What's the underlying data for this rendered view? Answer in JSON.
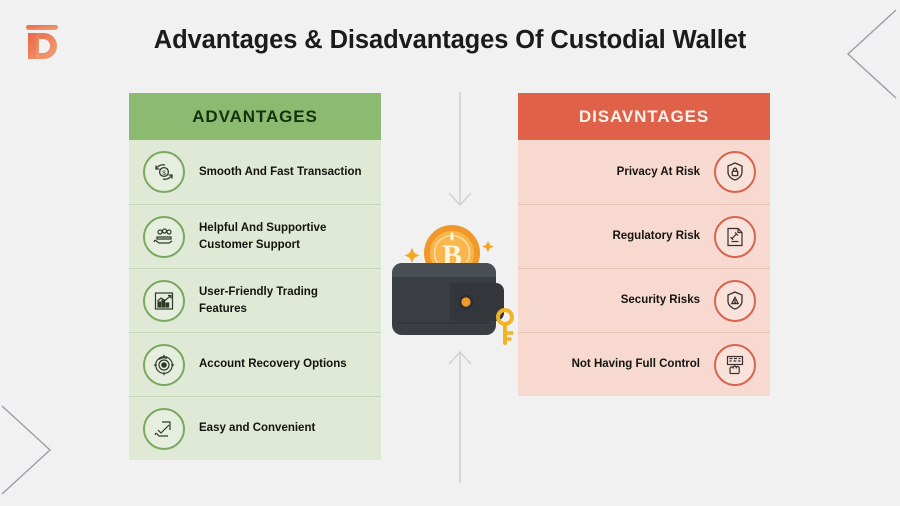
{
  "page": {
    "title": "Advantages & Disadvantages Of Custodial Wallet",
    "background_color": "#f1f1f1",
    "logo_name": "TD"
  },
  "advantages": {
    "heading": "ADVANTAGES",
    "header_color": "#8cba70",
    "body_color": "#dfe9d6",
    "accent_color": "#7aa861",
    "items": [
      {
        "label": "Smooth And Fast Transaction",
        "icon": "money-transfer-icon"
      },
      {
        "label": "Helpful And Supportive Customer Support",
        "icon": "customer-support-icon"
      },
      {
        "label": "User-Friendly Trading Features",
        "icon": "trading-chart-icon"
      },
      {
        "label": "Account Recovery Options",
        "icon": "account-recovery-icon"
      },
      {
        "label": "Easy and Convenient",
        "icon": "easy-convenient-icon"
      }
    ]
  },
  "disadvantages": {
    "heading": "DISAVNTAGES",
    "header_color": "#e0614a",
    "body_color": "#f7d9cf",
    "accent_color": "#d9634d",
    "items": [
      {
        "label": "Privacy At Risk",
        "icon": "shield-lock-icon"
      },
      {
        "label": "Regulatory Risk",
        "icon": "regulation-document-icon"
      },
      {
        "label": "Security Risks",
        "icon": "shield-warning-icon"
      },
      {
        "label": "Not Having Full Control",
        "icon": "no-control-icon"
      }
    ]
  },
  "illustration": {
    "name": "bitcoin-wallet-illustration",
    "wallet_color": "#3a3d42",
    "coin_color": "#f5a623",
    "key_color": "#f0b429",
    "arrow_color": "#cfcfcf"
  },
  "decorations": {
    "chevron_color": "#9aa0a6",
    "top_right": "chevron-decoration",
    "bottom_left": "chevron-decoration"
  }
}
